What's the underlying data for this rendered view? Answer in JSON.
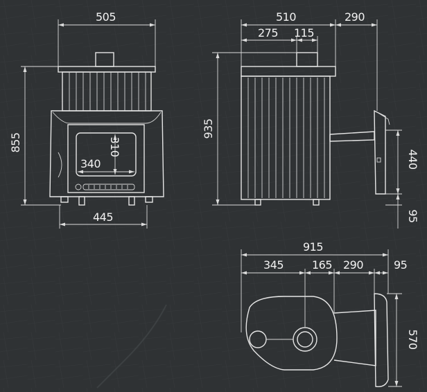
{
  "front_view": {
    "width_top": "505",
    "height": "855",
    "width_bottom": "445",
    "door_height": "310",
    "door_width": "340"
  },
  "side_view": {
    "body_width": "510",
    "offset": "275",
    "flue_width": "115",
    "tank_depth": "290",
    "height": "935",
    "tank_height": "440",
    "leg_height": "95"
  },
  "top_view": {
    "total_length": "915",
    "seg_1": "345",
    "seg_2": "165",
    "seg_3": "290",
    "seg_4": "95",
    "width": "570"
  },
  "colors": {
    "background": "#2f3234",
    "line": "#e6e6e6"
  }
}
